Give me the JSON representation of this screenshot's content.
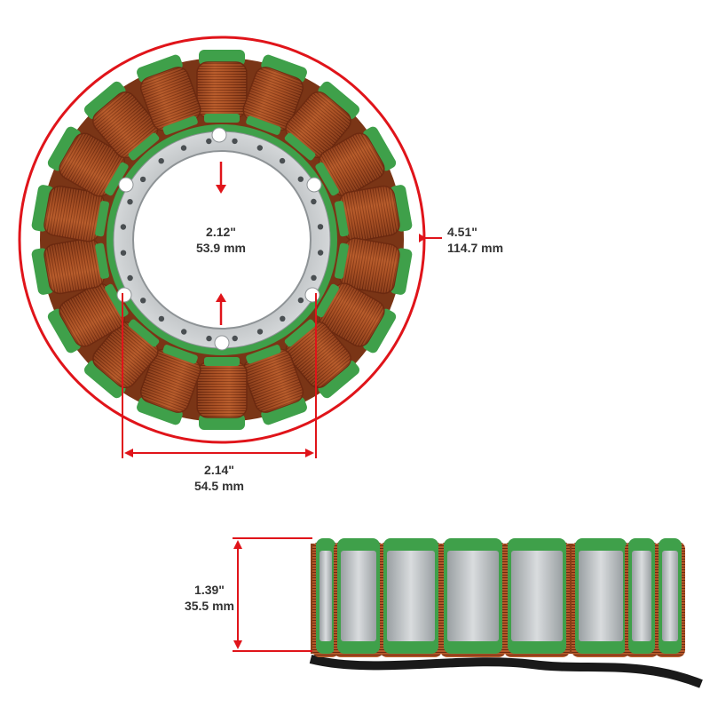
{
  "product": {
    "colors": {
      "dimension_red": "#e0141a",
      "copper": "#b4582a",
      "copper_dark": "#6e2a10",
      "insulation_green": "#3fa04a",
      "steel": "#c9ccce",
      "steel_dark": "#8e9396",
      "label_gray": "#333333"
    }
  },
  "dimensions": {
    "outer_diameter": {
      "inches": "4.51\"",
      "mm": "114.7 mm"
    },
    "inner_diameter": {
      "inches": "2.12\"",
      "mm": "53.9 mm"
    },
    "bolt_spacing": {
      "inches": "2.14\"",
      "mm": "54.5 mm"
    },
    "height": {
      "inches": "1.39\"",
      "mm": "35.5 mm"
    }
  }
}
